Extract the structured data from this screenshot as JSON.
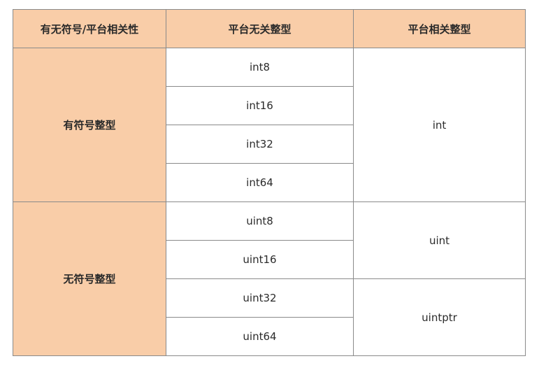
{
  "table": {
    "headers": [
      "有无符号/平台相关性",
      "平台无关整型",
      "平台相关整型"
    ],
    "signed": {
      "label": "有符号整型",
      "independent": [
        "int8",
        "int16",
        "int32",
        "int64"
      ],
      "dependent": "int"
    },
    "unsigned": {
      "label": "无符号整型",
      "independent": [
        "uint8",
        "uint16",
        "uint32",
        "uint64"
      ],
      "dependent_a": "uint",
      "dependent_b": "uintptr"
    }
  },
  "colors": {
    "header_bg": "#f9cda8",
    "border": "#8a8a8a"
  }
}
